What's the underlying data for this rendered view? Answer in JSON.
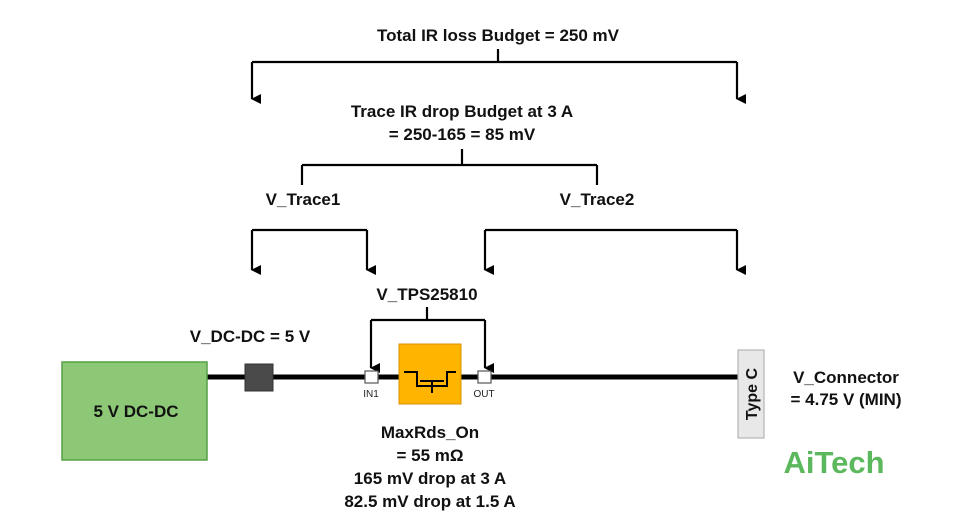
{
  "budget": {
    "total": "Total IR loss Budget = 250 mV",
    "trace_line1": "Trace IR drop Budget at 3 A",
    "trace_line2": "= 250-165 = 85 mV"
  },
  "traces": {
    "trace1": "V_Trace1",
    "trace2": "V_Trace2",
    "tps": "V_TPS25810"
  },
  "dcdc": {
    "voltage_label": "V_DC-DC = 5 V",
    "box_label": "5 V DC-DC",
    "box_color": "#8dc877",
    "box_border": "#55a045"
  },
  "switch": {
    "in_label": "IN1",
    "out_label": "OUT",
    "color": "#ffb400",
    "rds_line1": "MaxRds_On",
    "rds_line2": "= 55 mΩ",
    "rds_line3": "165 mV drop at 3 A",
    "rds_line4": "82.5 mV drop at 1.5 A"
  },
  "connector": {
    "box_label": "Type C",
    "v_line1": "V_Connector",
    "v_line2": "= 4.75 V (MIN)"
  },
  "brand": {
    "name": "AiTech",
    "color": "#5cb85c"
  }
}
